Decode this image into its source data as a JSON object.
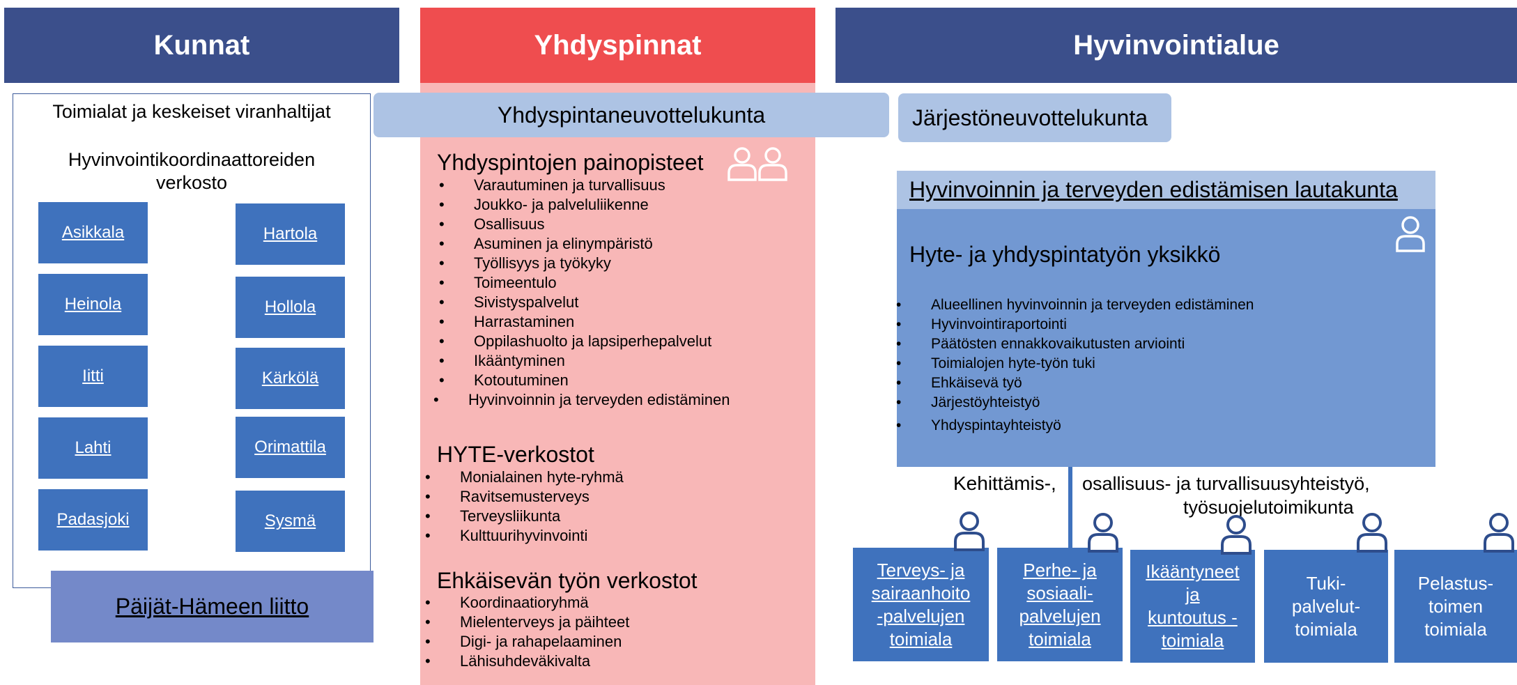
{
  "headers": {
    "kunnat": "Kunnat",
    "yhdyspinnat": "Yhdyspinnat",
    "hyvinvointialue": "Hyvinvointialue"
  },
  "kunnat": {
    "line1": "Toimialat ja keskeiset viranhaltijat",
    "line2": "Hyvinvointikoordinaattoreiden",
    "line3": "verkosto",
    "left": [
      "Asikkala",
      "Heinola",
      "Iitti",
      "Lahti",
      "Padasjoki"
    ],
    "right": [
      "Hartola",
      "Hollola",
      "Kärkölä",
      "Orimattila",
      "Sysmä"
    ],
    "liitto": "Päijät-Hämeen liitto"
  },
  "yhdyspintaneuvottelukunta": "Yhdyspintaneuvottelukunta",
  "jarjestoneuvottelukunta": "Järjestöneuvottelukunta",
  "painopisteet": {
    "title": "Yhdyspintojen painopisteet",
    "items": [
      "Varautuminen ja turvallisuus",
      "Joukko- ja palveluliikenne",
      "Osallisuus",
      "Asuminen ja elinympäristö",
      "Työllisyys ja työkyky",
      "Toimeentulo",
      "Sivistyspalvelut",
      "Harrastaminen",
      "Oppilashuolto ja lapsiperhepalvelut",
      "Ikääntyminen",
      "Kotoutuminen",
      "Hyvinvoinnin ja terveyden edistäminen"
    ]
  },
  "hyte_verkostot": {
    "title": "HYTE-verkostot",
    "items": [
      "Monialainen hyte-ryhmä",
      "Ravitsemusterveys",
      "Terveysliikunta",
      "Kulttuurihyvinvointi"
    ]
  },
  "ehkaisevan": {
    "title": "Ehkäisevän työn verkostot",
    "items": [
      "Koordinaatioryhmä",
      "Mielenterveys ja päihteet",
      "Digi- ja rahapelaaminen",
      "Lähisuhdeväkivalta"
    ]
  },
  "lautakunta": "Hyvinvoinnin ja terveyden edistämisen lautakunta",
  "yksikko": {
    "title": "Hyte- ja yhdyspintatyön yksikkö",
    "items": [
      "Alueellinen hyvinvoinnin ja terveyden edistäminen",
      "Hyvinvointiraportointi",
      "Päätösten ennakkovaikutusten arviointi",
      "Toimialojen hyte-työn tuki",
      "Ehkäisevä työ",
      "Järjestöyhteistyö",
      "Yhdyspintayhteistyö"
    ]
  },
  "kehittamis": "Kehittämis-,",
  "osallisuus_line1": "osallisuus- ja turvallisuusyhteistyö,",
  "osallisuus_line2": "työsuojelutoimikunta",
  "toimialat": [
    [
      "Terveys- ja",
      "sairaanhoito",
      "-palvelujen",
      "toimiala"
    ],
    [
      "Perhe- ja",
      "sosiaali-",
      "palvelujen",
      "toimiala"
    ],
    [
      "Ikääntyneet",
      "ja",
      "kuntoutus -",
      "toimiala"
    ],
    [
      "Tuki-",
      "palvelut-",
      "toimiala"
    ],
    [
      "Pelastus-",
      "toimen",
      "toimiala"
    ]
  ],
  "colors": {
    "header_blue": "#3b4f8b",
    "header_red": "#ef4d4f",
    "pink": "#f8b7b7",
    "unit_blue": "#3f72bd",
    "light_blue": "#adc3e4",
    "mid_blue": "#7298d2",
    "liitto": "#7489c9"
  },
  "icons": [
    "person-icon"
  ]
}
